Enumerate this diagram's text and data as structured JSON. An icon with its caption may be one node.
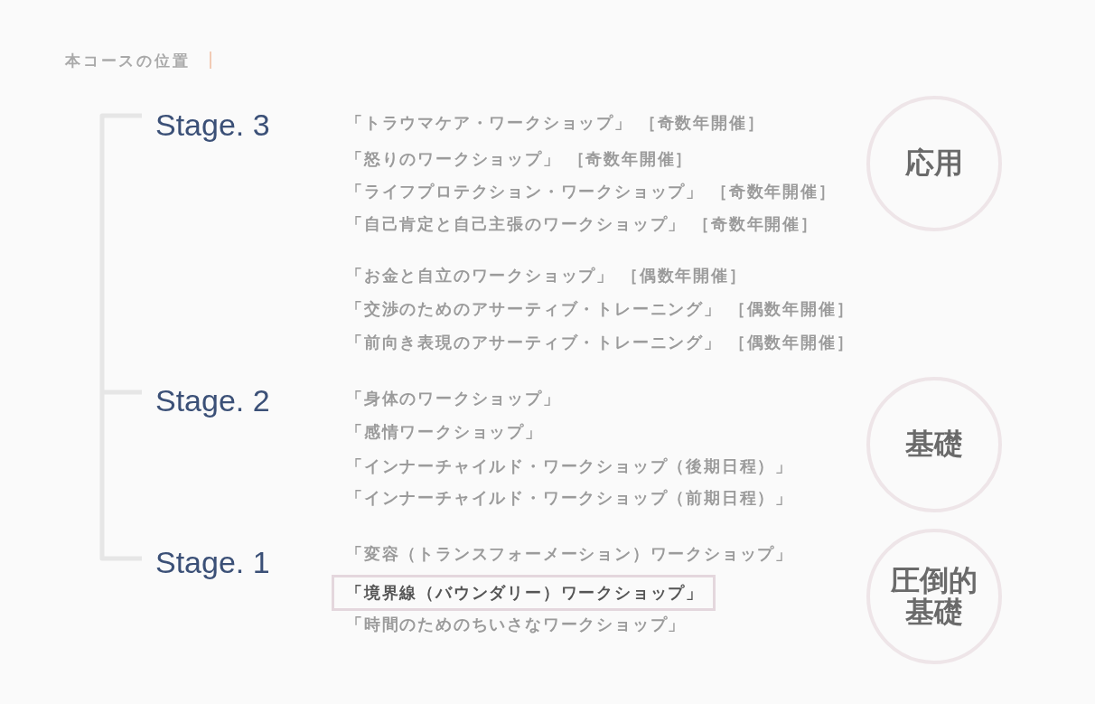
{
  "diagram": {
    "title": "本コースの位置",
    "nodes": [
      {
        "text": [
          "応用"
        ]
      },
      {
        "text": [
          "基礎"
        ]
      },
      {
        "text": [
          "「境界線（バウンダリー）ワークショップ」"
        ]
      },
      {
        "text": [
          "圧倒的基礎"
        ]
      }
    ],
    "labels": [
      "Stage. 3",
      "「トラウマケア・ワークショップ」 ［奇数年開催］",
      "「怒りのワークショップ」 ［奇数年開催］",
      "「ライフプロテクション・ワークショップ」 ［奇数年開催］",
      "「自己肯定と自己主張のワークショップ」 ［奇数年開催］",
      "「お金と自立のワークショップ」 ［偶数年開催］",
      "「交渉のためのアサーティブ・トレーニング」 ［偶数年開催］",
      "「前向き表現のアサーティブ・トレーニング」 ［偶数年開催］",
      "Stage. 2",
      "「身体のワークショップ」",
      "「感情ワークショップ」",
      "「インナーチャイルド・ワークショップ（後期日程）」",
      "「インナーチャイルド・ワークショップ（前期日程）」",
      "Stage. 1",
      "「変容（トランスフォーメーション）ワークショップ」",
      "「時間のためのちいさなワークショップ」"
    ]
  }
}
